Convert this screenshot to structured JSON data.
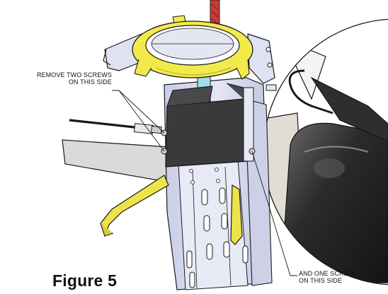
{
  "caption": "Figure 5",
  "callouts": {
    "left": {
      "line1": "REMOVE TWO SCREWS",
      "line2": "ON THIS SIDE"
    },
    "right": {
      "line1": "AND ONE SCREW",
      "line2": "ON THIS SIDE"
    }
  },
  "colors": {
    "ring_yellow": "#f2ea4a",
    "strap_yellow": "#ede44a",
    "frame_lavender": "#d7dbef",
    "block_dark": "#3a3a3c",
    "cyan_tube": "#9fe0e8",
    "red_tube": "#c83a3a",
    "outline": "#1a1a1a"
  }
}
